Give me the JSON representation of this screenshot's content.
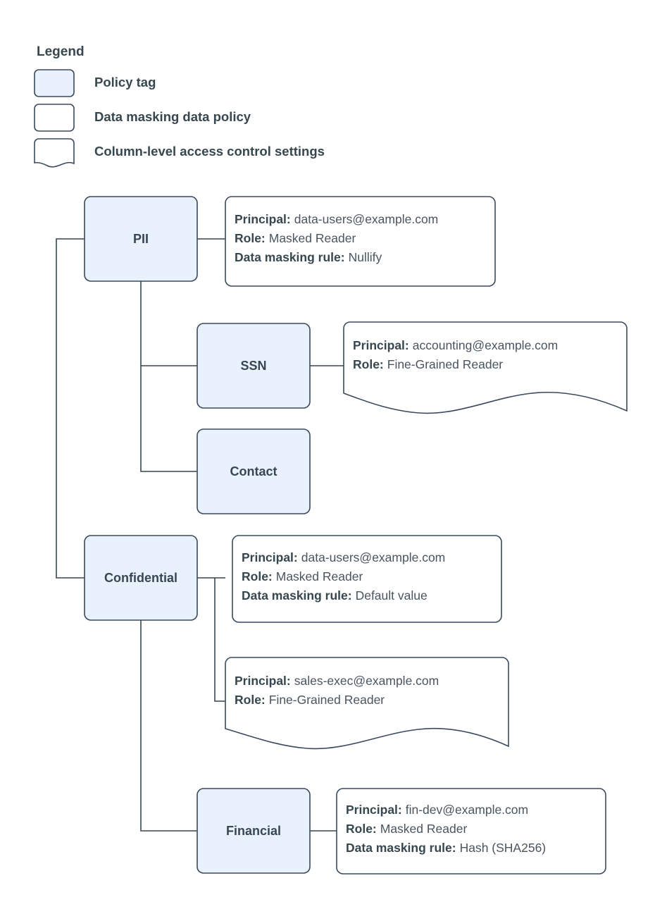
{
  "legend": {
    "title": "Legend",
    "items": [
      {
        "label": "Policy tag",
        "swatch": "rounded-rect-filled"
      },
      {
        "label": "Data masking data policy",
        "swatch": "rounded-rect-plain"
      },
      {
        "label": "Column-level access control settings",
        "swatch": "torn-bottom-rect"
      }
    ]
  },
  "nodes": [
    {
      "id": "pii",
      "label": "PII"
    },
    {
      "id": "ssn",
      "label": "SSN"
    },
    {
      "id": "contact",
      "label": "Contact"
    },
    {
      "id": "confidential",
      "label": "Confidential"
    },
    {
      "id": "financial",
      "label": "Financial"
    }
  ],
  "policies": [
    {
      "id": "pii-policy",
      "attached_to": "PII",
      "shape": "rounded-rect-plain",
      "lines": [
        {
          "key": "Principal:",
          "value": "data-users@example.com"
        },
        {
          "key": "Role:",
          "value": "Masked Reader"
        },
        {
          "key": "Data masking rule:",
          "value": "Nullify"
        }
      ]
    },
    {
      "id": "ssn-policy",
      "attached_to": "SSN",
      "shape": "torn-bottom-rect",
      "lines": [
        {
          "key": "Principal:",
          "value": "accounting@example.com"
        },
        {
          "key": "Role:",
          "value": "Fine-Grained Reader"
        }
      ]
    },
    {
      "id": "confidential-policy-1",
      "attached_to": "Confidential",
      "shape": "rounded-rect-plain",
      "lines": [
        {
          "key": "Principal:",
          "value": "data-users@example.com"
        },
        {
          "key": "Role:",
          "value": "Masked Reader"
        },
        {
          "key": "Data masking rule:",
          "value": "Default value"
        }
      ]
    },
    {
      "id": "confidential-policy-2",
      "attached_to": "Confidential",
      "shape": "torn-bottom-rect",
      "lines": [
        {
          "key": "Principal:",
          "value": "sales-exec@example.com"
        },
        {
          "key": "Role:",
          "value": "Fine-Grained Reader"
        }
      ]
    },
    {
      "id": "financial-policy",
      "attached_to": "Financial",
      "shape": "rounded-rect-plain",
      "lines": [
        {
          "key": "Principal:",
          "value": "fin-dev@example.com"
        },
        {
          "key": "Role:",
          "value": "Masked Reader"
        },
        {
          "key": "Data masking rule:",
          "value": "Hash (SHA256)"
        }
      ]
    }
  ],
  "colors": {
    "tag_fill": "#e9f1fd",
    "stroke": "#3a4a5c",
    "text": "#37474f",
    "connector": "#37474f",
    "background": "#ffffff"
  }
}
